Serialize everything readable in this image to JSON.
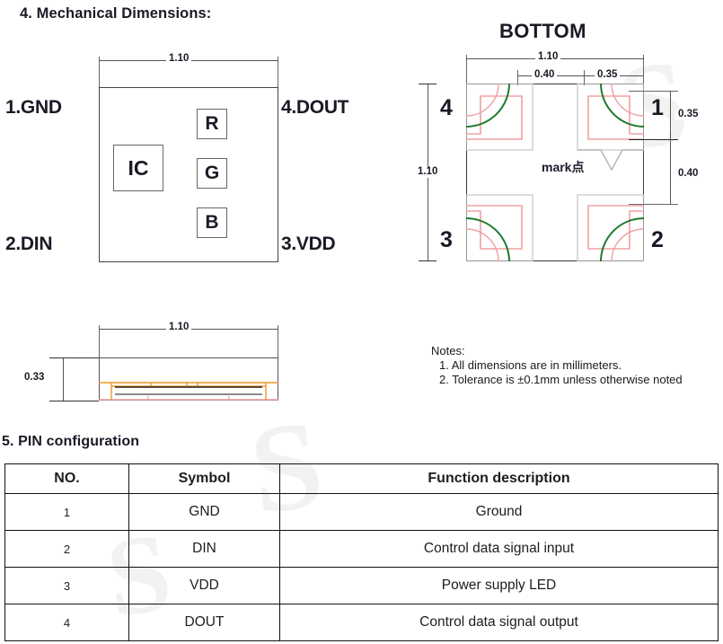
{
  "sections": {
    "mechanical": {
      "heading": "4. Mechanical Dimensions:"
    },
    "pin_config": {
      "heading": "5. PIN configuration"
    }
  },
  "top_view": {
    "width_dim": "1.10",
    "pins": {
      "pin1": "1.GND",
      "pin2": "2.DIN",
      "pin3": "3.VDD",
      "pin4": "4.DOUT"
    },
    "dies": {
      "ic": "IC",
      "red": "R",
      "green": "G",
      "blue": "B"
    }
  },
  "bottom_view": {
    "title": "BOTTOM",
    "width_dim": "1.10",
    "height_dim": "1.10",
    "pad_gap_dim": "0.40",
    "pad_width_dim": "0.35",
    "pad_height_dim": "0.35",
    "pad_pitch_dim": "0.40",
    "mark_label": "mark点",
    "pin_numbers": {
      "top_left": "4",
      "top_right": "1",
      "bottom_left": "3",
      "bottom_right": "2"
    },
    "colors": {
      "pad_outline": "#f0a0a0",
      "solder_arc": "#1e7a2e",
      "inner_outline": "#c8c8c8",
      "body_outline": "#3a3a3a"
    }
  },
  "side_view": {
    "width_dim": "1.10",
    "height_dim": "0.33",
    "colors": {
      "electrode": "#e8992a",
      "substrate": "#f0a0a0",
      "lead": "#8a8a8a",
      "body_outline": "#555555"
    }
  },
  "notes": {
    "title": "Notes:",
    "items": [
      "1. All dimensions are in millimeters.",
      "2. Tolerance is ±0.1mm unless otherwise noted"
    ]
  },
  "pin_table": {
    "headers": [
      "NO.",
      "Symbol",
      "Function description"
    ],
    "rows": [
      {
        "no": "1",
        "symbol": "GND",
        "description": "Ground"
      },
      {
        "no": "2",
        "symbol": "DIN",
        "description": "Control data signal input"
      },
      {
        "no": "3",
        "symbol": "VDD",
        "description": "Power supply LED"
      },
      {
        "no": "4",
        "symbol": "DOUT",
        "description": "Control data signal output"
      }
    ]
  },
  "watermark": {
    "glyph": "S"
  }
}
